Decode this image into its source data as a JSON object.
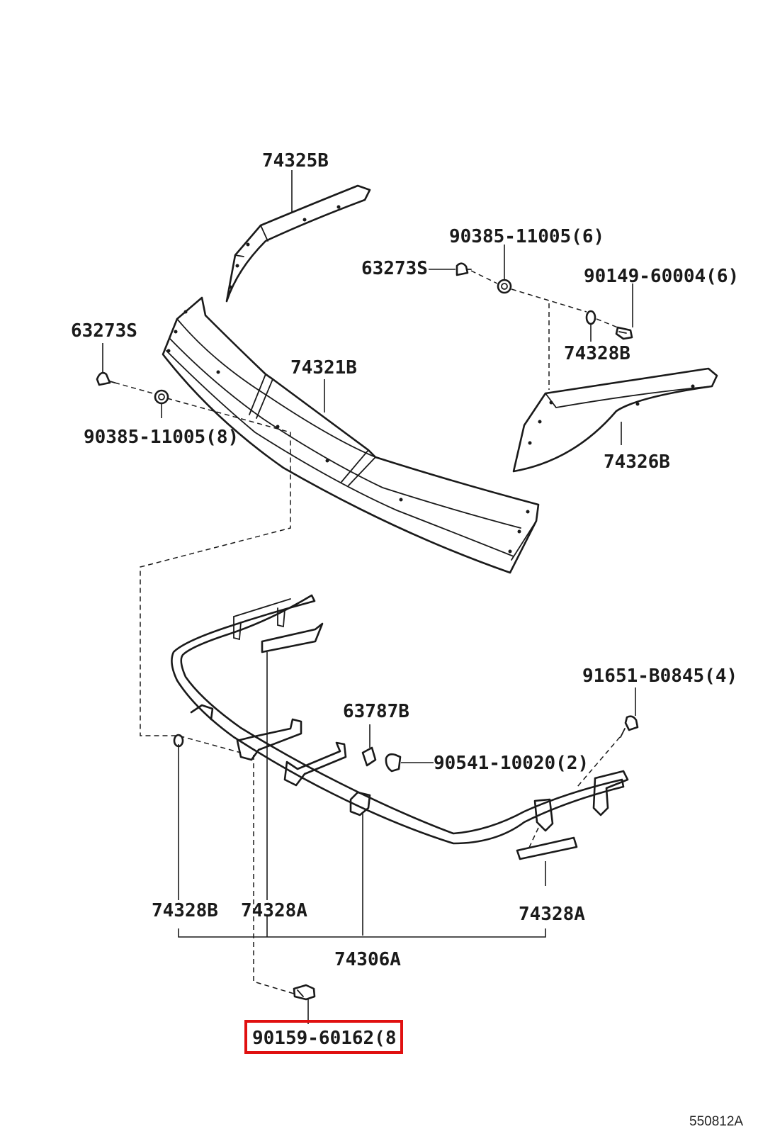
{
  "diagram": {
    "id_code": "550812A",
    "highlight_color": "#e01010",
    "highlighted_part": "90159-60162(8)",
    "callouts": [
      {
        "key": "p74325B",
        "text": "74325B"
      },
      {
        "key": "p90385_6",
        "text": "90385-11005(6)"
      },
      {
        "key": "p63273S_r",
        "text": "63273S"
      },
      {
        "key": "p90149",
        "text": "90149-60004(6)"
      },
      {
        "key": "p63273S_l",
        "text": "63273S"
      },
      {
        "key": "p74321B",
        "text": "74321B"
      },
      {
        "key": "p74328B_t",
        "text": "74328B"
      },
      {
        "key": "p90385_8",
        "text": "90385-11005(8)"
      },
      {
        "key": "p74326B",
        "text": "74326B"
      },
      {
        "key": "p91651",
        "text": "91651-B0845(4)"
      },
      {
        "key": "p63787B",
        "text": "63787B"
      },
      {
        "key": "p90541",
        "text": "90541-10020(2)"
      },
      {
        "key": "p74328B_b",
        "text": "74328B"
      },
      {
        "key": "p74328A_l",
        "text": "74328A"
      },
      {
        "key": "p74328A_r",
        "text": "74328A"
      },
      {
        "key": "p74306A",
        "text": "74306A"
      },
      {
        "key": "p90159",
        "text": "90159-60162(8"
      }
    ]
  }
}
